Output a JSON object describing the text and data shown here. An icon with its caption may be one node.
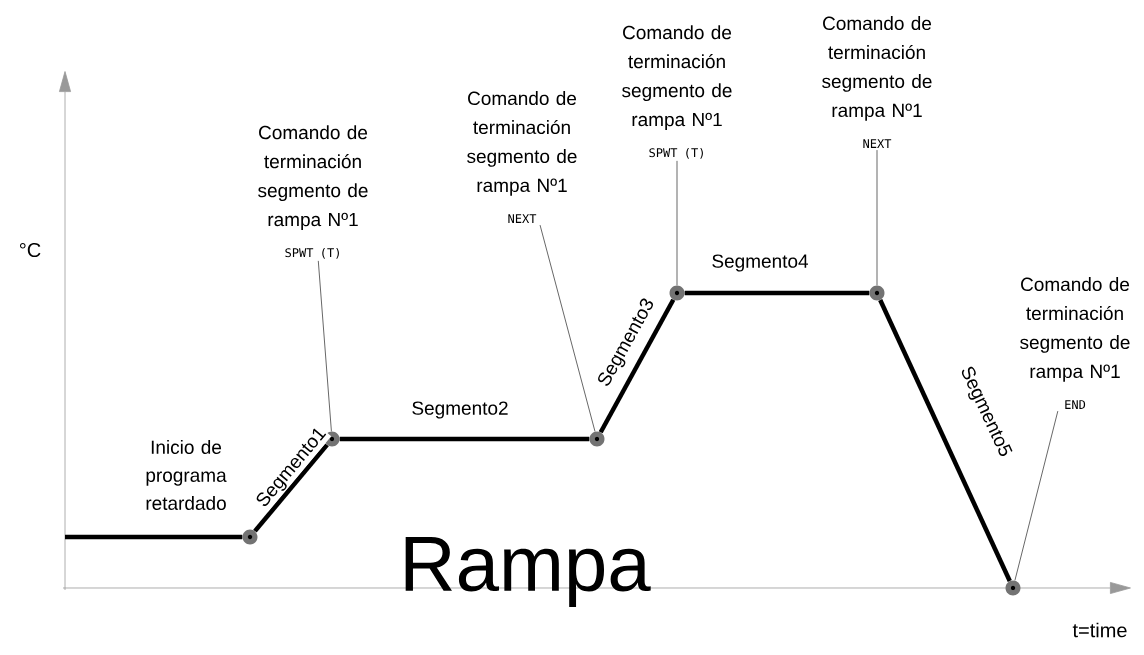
{
  "diagram": {
    "nodes": [
      {
        "text": [
          "Comando de terminación segmento de rampa Nº1",
          "SPWT (T)"
        ]
      },
      {
        "text": [
          "Comando de terminación segmento de rampa Nº1",
          "NEXT"
        ]
      },
      {
        "text": [
          "Comando de terminación segmento de rampa Nº1",
          "SPWT (T)"
        ]
      },
      {
        "text": [
          "Comando de terminación segmento de rampa Nº1",
          "NEXT"
        ]
      },
      {
        "text": [
          "Comando de terminación segmento de rampa Nº1",
          "END"
        ]
      },
      {
        "text": [],
        "shape": "circle"
      },
      {
        "text": [],
        "shape": "circle"
      },
      {
        "text": [],
        "shape": "circle"
      },
      {
        "text": [],
        "shape": "circle"
      },
      {
        "text": [],
        "shape": "circle"
      },
      {
        "text": [],
        "shape": "circle"
      }
    ],
    "edges": [
      {
        "from": null,
        "to": 5,
        "arrow": "none"
      },
      {
        "from": 5,
        "to": 6,
        "arrow": "none",
        "label": "Segmento1"
      },
      {
        "from": 6,
        "to": 7,
        "arrow": "none",
        "label": "Segmento2"
      },
      {
        "from": 7,
        "to": 8,
        "arrow": "none",
        "label": "Segmento3"
      },
      {
        "from": 8,
        "to": 9,
        "arrow": "none",
        "label": "Segmento4"
      },
      {
        "from": 9,
        "to": 10,
        "arrow": "none",
        "label": "Segmento5"
      },
      {
        "from": 0,
        "to": 6,
        "arrow": "none"
      },
      {
        "from": 1,
        "to": 7,
        "arrow": "none"
      },
      {
        "from": 2,
        "to": 8,
        "arrow": "none"
      },
      {
        "from": 3,
        "to": 9,
        "arrow": "none"
      },
      {
        "from": 4,
        "to": 10,
        "arrow": "none"
      }
    ],
    "labels": [
      "°C",
      "Inicio de programa retardado",
      "Rampa",
      "t=time"
    ]
  }
}
